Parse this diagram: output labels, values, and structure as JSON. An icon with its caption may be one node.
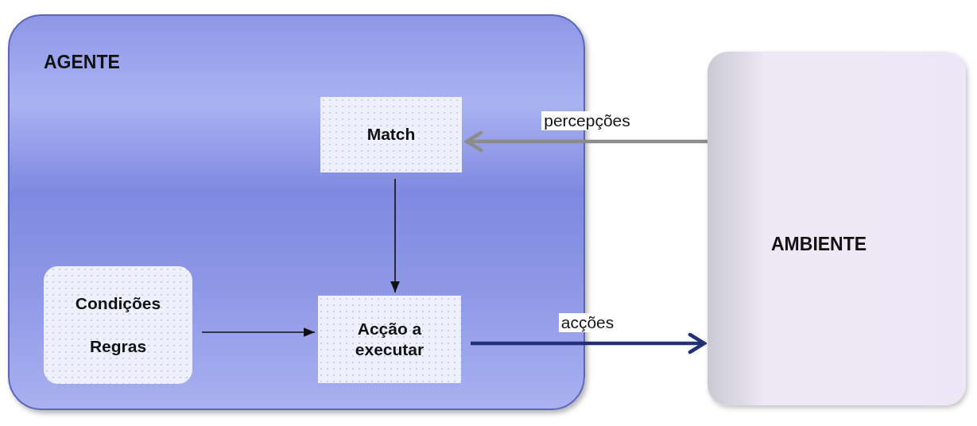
{
  "diagram": {
    "nodes": [
      {
        "text": [
          "AGENTE"
        ]
      },
      {
        "text": [
          "Match"
        ],
        "in": 0
      },
      {
        "text": [
          "Condições",
          "Regras"
        ],
        "in": 0
      },
      {
        "text": [
          "Acção a executar"
        ],
        "in": 0
      },
      {
        "text": [
          "AMBIENTE"
        ]
      }
    ],
    "edges": [
      {
        "from": 4,
        "to": 1,
        "arrow": "to",
        "label": "percepções",
        "style": "thick",
        "color": "#8c8c8c"
      },
      {
        "from": 1,
        "to": 3,
        "arrow": "to"
      },
      {
        "from": 2,
        "to": 3,
        "arrow": "to"
      },
      {
        "from": 3,
        "to": 4,
        "arrow": "to",
        "label": "acções",
        "style": "thick",
        "color": "#22307a"
      }
    ]
  }
}
